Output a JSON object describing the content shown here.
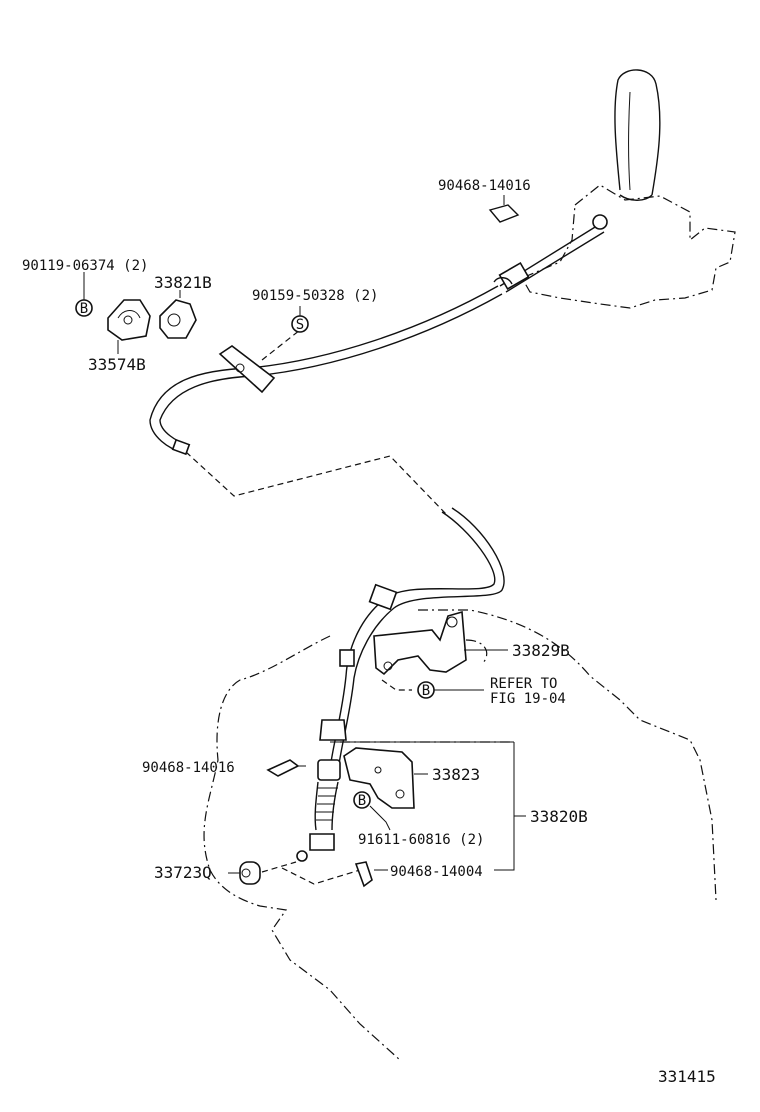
{
  "diagram": {
    "labels": {
      "p90468_14016_top": "90468-14016",
      "p90119_06374": "90119-06374 (2)",
      "p33821B": "33821B",
      "p90159_50328": "90159-50328 (2)",
      "p33574B": "33574B",
      "p33829B": "33829B",
      "refer_to_1": "REFER TO",
      "refer_to_2": "FIG 19-04",
      "p90468_14016_mid": "90468-14016",
      "p33823": "33823",
      "p91611_60816": "91611-60816 (2)",
      "p33820B": "33820B",
      "p33723Q": "33723Q",
      "p90468_14004": "90468-14004",
      "figure_number": "331415"
    },
    "callouts": {
      "bolt_top": "B",
      "screw": "S",
      "bolt_refer": "B",
      "bolt_bracket": "B"
    }
  }
}
